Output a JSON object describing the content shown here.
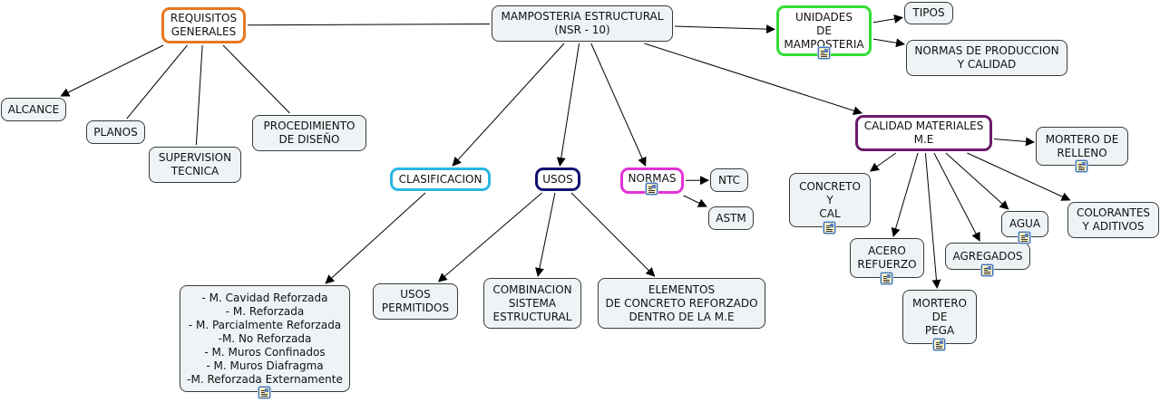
{
  "title": "MAMPOSTERIA ESTRUCTURAL (NSR - 10)",
  "colors": {
    "node_fill": "#eef3f6",
    "requisitos_border": "#e87722",
    "unidades_border": "#33dd33",
    "calidad_border": "#6b1a6b",
    "clasificacion_border": "#29b6e3",
    "usos_border": "#101070",
    "normas_border": "#e233d6",
    "line": "#000000"
  },
  "nodes": {
    "root": {
      "label": "MAMPOSTERIA ESTRUCTURAL\n(NSR - 10)"
    },
    "requisitos": {
      "label": "REQUISITOS\nGENERALES"
    },
    "alcance": {
      "label": "ALCANCE"
    },
    "planos": {
      "label": "PLANOS"
    },
    "supervision": {
      "label": "SUPERVISION\nTECNICA"
    },
    "procedimiento": {
      "label": "PROCEDIMIENTO\nDE DISEÑO"
    },
    "unidades": {
      "label": "UNIDADES\nDE\nMAMPOSTERIA",
      "has_resource": true
    },
    "tipos": {
      "label": "TIPOS"
    },
    "normas_produccion": {
      "label": "NORMAS DE PRODUCCION\nY CALIDAD"
    },
    "calidad": {
      "label": "CALIDAD MATERIALES\nM.E"
    },
    "mortero_relleno": {
      "label": "MORTERO DE\nRELLENO",
      "has_resource": true
    },
    "concreto": {
      "label": "CONCRETO\nY\nCAL",
      "has_resource": true
    },
    "acero": {
      "label": "ACERO\nREFUERZO",
      "has_resource": true
    },
    "mortero_pega": {
      "label": "MORTERO\nDE\nPEGA",
      "has_resource": true
    },
    "agregados": {
      "label": "AGREGADOS",
      "has_resource": true
    },
    "agua": {
      "label": "AGUA",
      "has_resource": true
    },
    "colorantes": {
      "label": "COLORANTES\nY ADITIVOS"
    },
    "clasificacion": {
      "label": "CLASIFICACION"
    },
    "tipos_mamposteria": {
      "label": "- M. Cavidad Reforzada\n- M. Reforzada\n- M. Parcialmente Reforzada\n-M. No Reforzada\n- M. Muros Confinados\n- M. Muros Diafragma\n-M. Reforzada Externamente",
      "has_resource": true
    },
    "usos": {
      "label": "USOS"
    },
    "usos_permitidos": {
      "label": "USOS\nPERMITIDOS"
    },
    "combinacion": {
      "label": "COMBINACION\nSISTEMA\nESTRUCTURAL"
    },
    "elementos": {
      "label": "ELEMENTOS\nDE CONCRETO REFORZADO\nDENTRO DE LA M.E"
    },
    "normas": {
      "label": "NORMAS",
      "has_resource": true
    },
    "ntc": {
      "label": "NTC"
    },
    "astm": {
      "label": "ASTM"
    }
  },
  "links": [
    {
      "from": "root",
      "to": "requisitos",
      "arrow": false
    },
    {
      "from": "root",
      "to": "unidades",
      "arrow": true
    },
    {
      "from": "root",
      "to": "calidad",
      "arrow": true
    },
    {
      "from": "root",
      "to": "clasificacion",
      "arrow": true
    },
    {
      "from": "root",
      "to": "usos",
      "arrow": true
    },
    {
      "from": "root",
      "to": "normas",
      "arrow": true
    },
    {
      "from": "requisitos",
      "to": "alcance",
      "arrow": true
    },
    {
      "from": "requisitos",
      "to": "planos",
      "arrow": false
    },
    {
      "from": "requisitos",
      "to": "supervision",
      "arrow": false
    },
    {
      "from": "requisitos",
      "to": "procedimiento",
      "arrow": false
    },
    {
      "from": "unidades",
      "to": "tipos",
      "arrow": true
    },
    {
      "from": "unidades",
      "to": "normas_produccion",
      "arrow": true
    },
    {
      "from": "calidad",
      "to": "mortero_relleno",
      "arrow": true
    },
    {
      "from": "calidad",
      "to": "concreto",
      "arrow": true
    },
    {
      "from": "calidad",
      "to": "acero",
      "arrow": true
    },
    {
      "from": "calidad",
      "to": "mortero_pega",
      "arrow": true
    },
    {
      "from": "calidad",
      "to": "agregados",
      "arrow": true
    },
    {
      "from": "calidad",
      "to": "agua",
      "arrow": true
    },
    {
      "from": "calidad",
      "to": "colorantes",
      "arrow": true
    },
    {
      "from": "clasificacion",
      "to": "tipos_mamposteria",
      "arrow": true
    },
    {
      "from": "usos",
      "to": "usos_permitidos",
      "arrow": true
    },
    {
      "from": "usos",
      "to": "combinacion",
      "arrow": true
    },
    {
      "from": "usos",
      "to": "elementos",
      "arrow": true
    },
    {
      "from": "normas",
      "to": "ntc",
      "arrow": true
    },
    {
      "from": "normas",
      "to": "astm",
      "arrow": true
    }
  ]
}
